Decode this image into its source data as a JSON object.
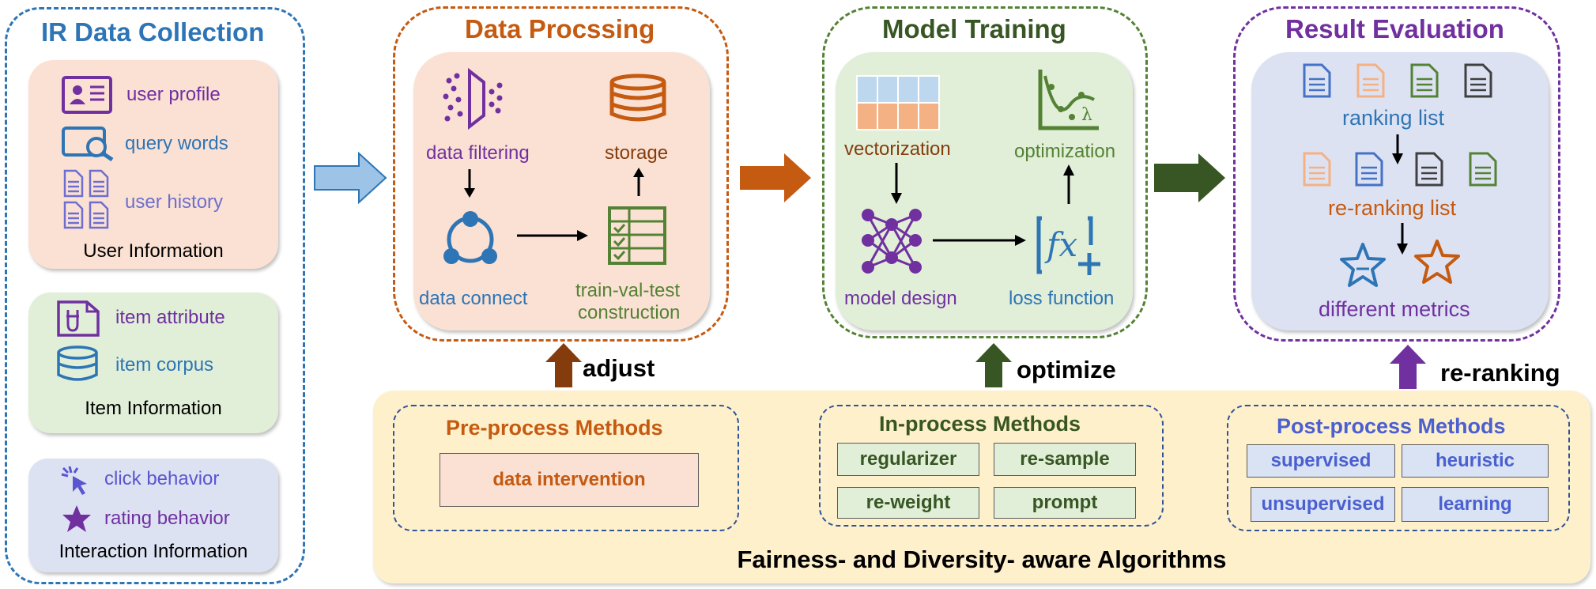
{
  "collection": {
    "title": "IR Data Collection",
    "user": {
      "items": [
        "user profile",
        "query words",
        "user history"
      ],
      "caption": "User Information"
    },
    "item": {
      "items": [
        "item attribute",
        "item corpus"
      ],
      "caption": "Item Information"
    },
    "interaction": {
      "items": [
        "click behavior",
        "rating behavior"
      ],
      "caption": "Interaction Information"
    }
  },
  "processing": {
    "title": "Data Procssing",
    "filtering": "data filtering",
    "storage": "storage",
    "connect": "data connect",
    "construction_1": "train-val-test",
    "construction_2": "construction"
  },
  "training": {
    "title": "Model Training",
    "vectorization": "vectorization",
    "optimization": "optimization",
    "design": "model design",
    "loss": "loss function"
  },
  "evaluation": {
    "title": "Result Evaluation",
    "ranking": "ranking list",
    "reranking": "re-ranking list",
    "metrics": "different metrics"
  },
  "feedback": {
    "adjust": "adjust",
    "optimize": "optimize",
    "rerank": "re-ranking"
  },
  "algorithms": {
    "title": "Fairness- and Diversity- aware Algorithms",
    "pre": {
      "title": "Pre-process Methods",
      "methods": [
        "data intervention"
      ]
    },
    "in": {
      "title": "In-process Methods",
      "methods": [
        "regularizer",
        "re-sample",
        "re-weight",
        "prompt"
      ]
    },
    "post": {
      "title": "Post-process Methods",
      "methods": [
        "supervised",
        "heuristic",
        "unsupervised",
        "learning"
      ]
    }
  },
  "colors": {
    "blue": "#2e75b6",
    "orange": "#c55a11",
    "green": "#375623",
    "purple": "#7030a0",
    "peach_bg": "#fbe1d3",
    "green_bg": "#e1efd8",
    "lavender_bg": "#dde2f3",
    "yellow_bg": "#fff0cc"
  }
}
